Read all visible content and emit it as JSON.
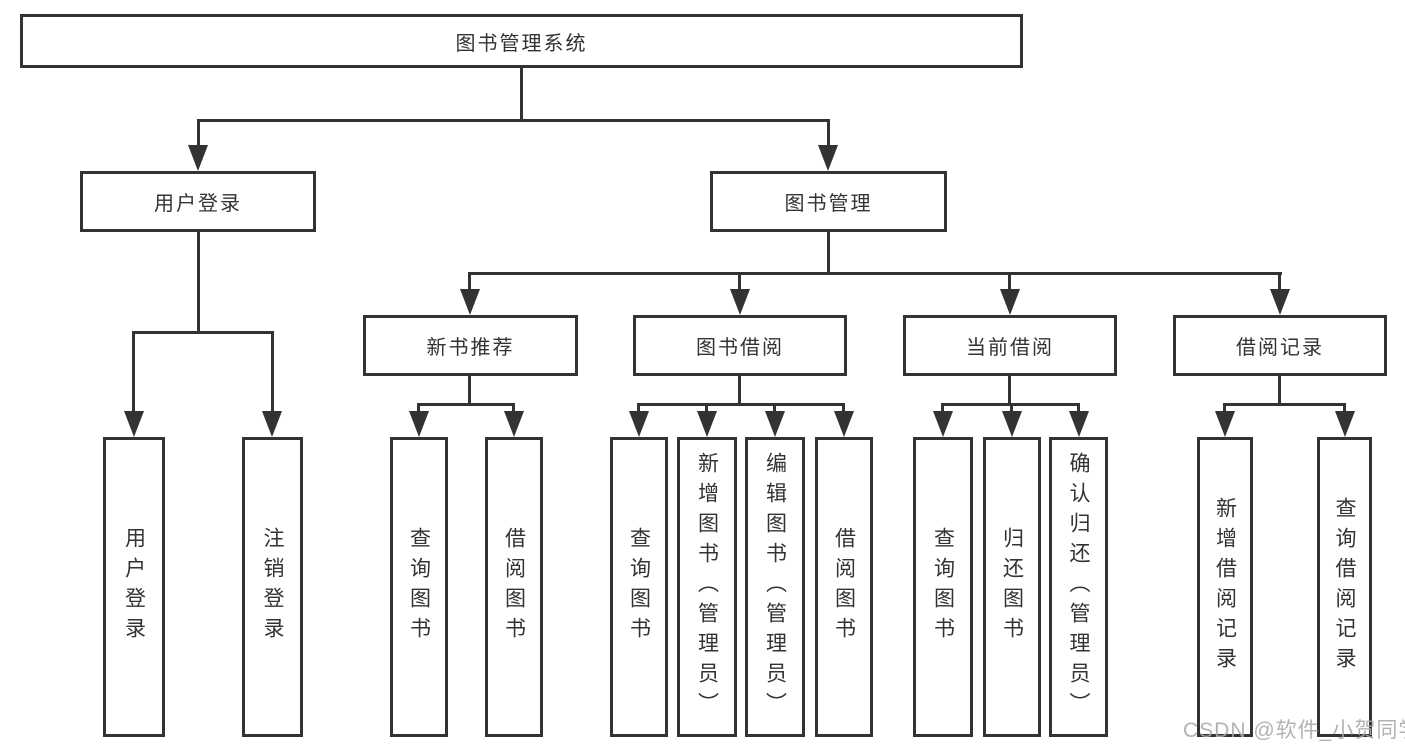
{
  "diagram": {
    "root": {
      "label": "图书管理系统"
    },
    "login": {
      "label": "用户登录",
      "children": [
        {
          "label": "用户登录"
        },
        {
          "label": "注销登录"
        }
      ]
    },
    "management": {
      "label": "图书管理",
      "groups": [
        {
          "label": "新书推荐",
          "children": [
            {
              "label": "查询图书"
            },
            {
              "label": "借阅图书"
            }
          ]
        },
        {
          "label": "图书借阅",
          "children": [
            {
              "label": "查询图书"
            },
            {
              "label": "新增图书（管理员）"
            },
            {
              "label": "编辑图书（管理员）"
            },
            {
              "label": "借阅图书"
            }
          ]
        },
        {
          "label": "当前借阅",
          "children": [
            {
              "label": "查询图书"
            },
            {
              "label": "归还图书"
            },
            {
              "label": "确认归还（管理员）"
            }
          ]
        },
        {
          "label": "借阅记录",
          "children": [
            {
              "label": "新增借阅记录"
            },
            {
              "label": "查询借阅记录"
            }
          ]
        }
      ]
    }
  },
  "watermark": {
    "text": "CSDN @软件_小贺同学"
  },
  "colors": {
    "line": "#333333",
    "box_background": "#ffffff",
    "text": "#333333",
    "watermark": "#a8a8a8"
  }
}
